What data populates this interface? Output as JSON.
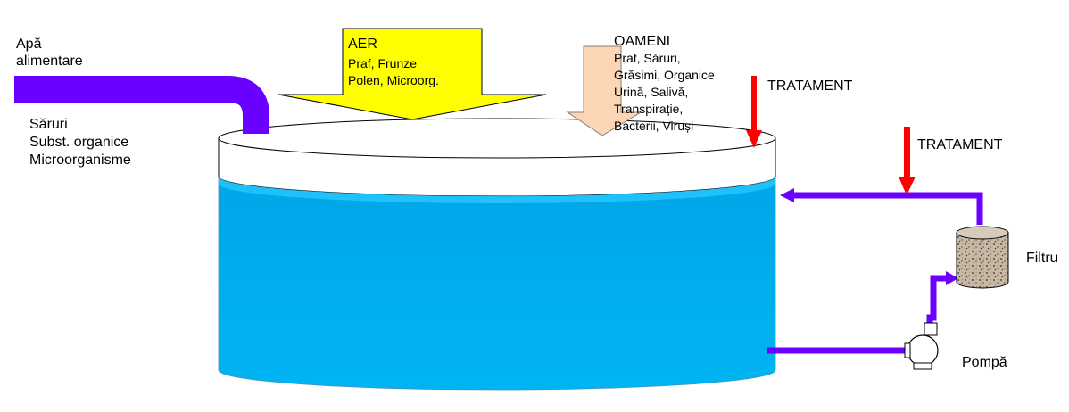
{
  "inlet": {
    "title_lines": [
      "Apă",
      "alimentare"
    ],
    "content_lines": [
      "Săruri",
      "Subst. organice",
      "Microorganisme"
    ]
  },
  "air": {
    "title": "AER",
    "lines": [
      "Praf, Frunze",
      "Polen, Microorg."
    ]
  },
  "people": {
    "title": "OAMENI",
    "lines": [
      "Praf, Săruri,",
      "Grăsimi, Organice",
      "Urină, Salivă,",
      "Transpirație,",
      "Bacterii, Viruși"
    ]
  },
  "treatment_top": "TRATAMENT",
  "treatment_pipe": "TRATAMENT",
  "filter_label": "Filtru",
  "pump_label": "Pompă",
  "colors": {
    "pipe": "#6a00ff",
    "water": "#00b0f0",
    "air_arrow": "#ffff00",
    "people_arrow": "#fcd5b4",
    "treatment_arrow": "#ff0000"
  }
}
